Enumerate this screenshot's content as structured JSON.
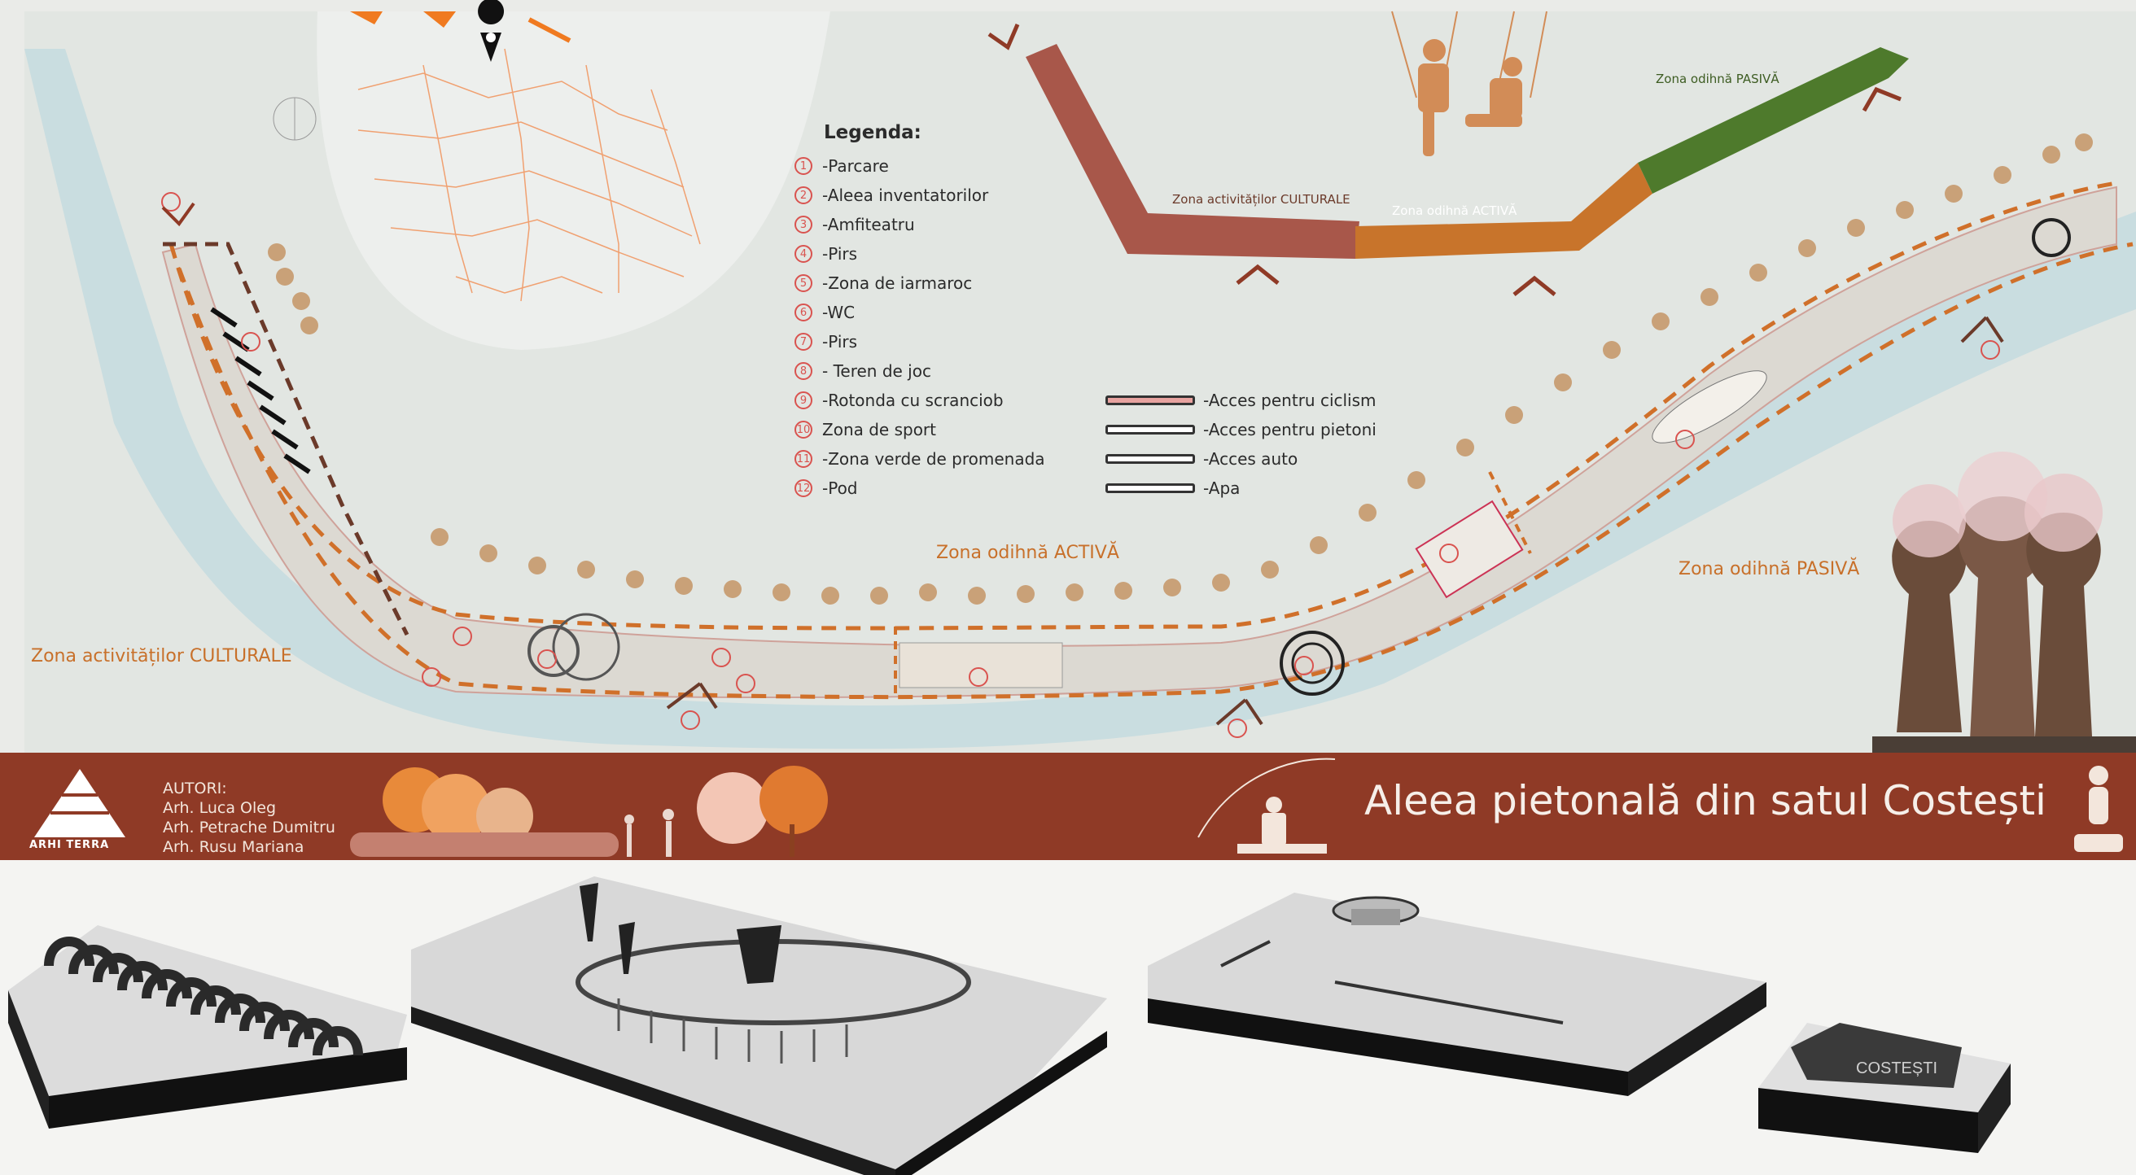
{
  "legend": {
    "title": "Legenda:",
    "items": [
      {
        "num": "1",
        "label": "-Parcare"
      },
      {
        "num": "2",
        "label": "-Aleea inventatorilor"
      },
      {
        "num": "3",
        "label": "-Amfiteatru"
      },
      {
        "num": "4",
        "label": "-Pirs"
      },
      {
        "num": "5",
        "label": "-Zona de iarmaroc"
      },
      {
        "num": "6",
        "label": "-WC"
      },
      {
        "num": "7",
        "label": "-Pirs"
      },
      {
        "num": "8",
        "label": "- Teren de joc"
      },
      {
        "num": "9",
        "label": "-Rotonda cu scranciob"
      },
      {
        "num": "10",
        "label": "Zona de sport"
      },
      {
        "num": "11",
        "label": "-Zona verde de promenada"
      },
      {
        "num": "12",
        "label": "-Pod"
      }
    ]
  },
  "access": [
    {
      "label": "-Acces pentru ciclism",
      "color": "#e8a3a0"
    },
    {
      "label": "-Acces pentru pietoni",
      "color": "#ffffff"
    },
    {
      "label": "-Acces auto",
      "color": "#ffffff"
    },
    {
      "label": "-Apa",
      "color": "#ffffff"
    }
  ],
  "zones": {
    "cultural": "Zona activităților CULTURALE",
    "active": "Zona odihnă ACTIVĂ",
    "passive": "Zona odihnă PASIVĂ"
  },
  "zone_diagram": {
    "cultural": "Zona activităților CULTURALE",
    "active": "Zona odihnă ACTIVĂ",
    "passive": "Zona odihnă PASIVĂ"
  },
  "banner": {
    "authors_title": "AUTORI:",
    "authors": [
      "Arh. Luca Oleg",
      "Arh. Petrache Dumitru",
      "Arh. Rusu Mariana"
    ],
    "brand": "ARHI TERRA",
    "title": "Aleea pietonală din satul Costești"
  },
  "iso_sign": "COSTEȘTI",
  "colors": {
    "banner": "#8f3a26",
    "zone_cultural": "#a8574a",
    "zone_active": "#c8742b",
    "zone_passive": "#4e7a2c",
    "path_orange": "#d0702a",
    "water": "#c9dde0"
  }
}
